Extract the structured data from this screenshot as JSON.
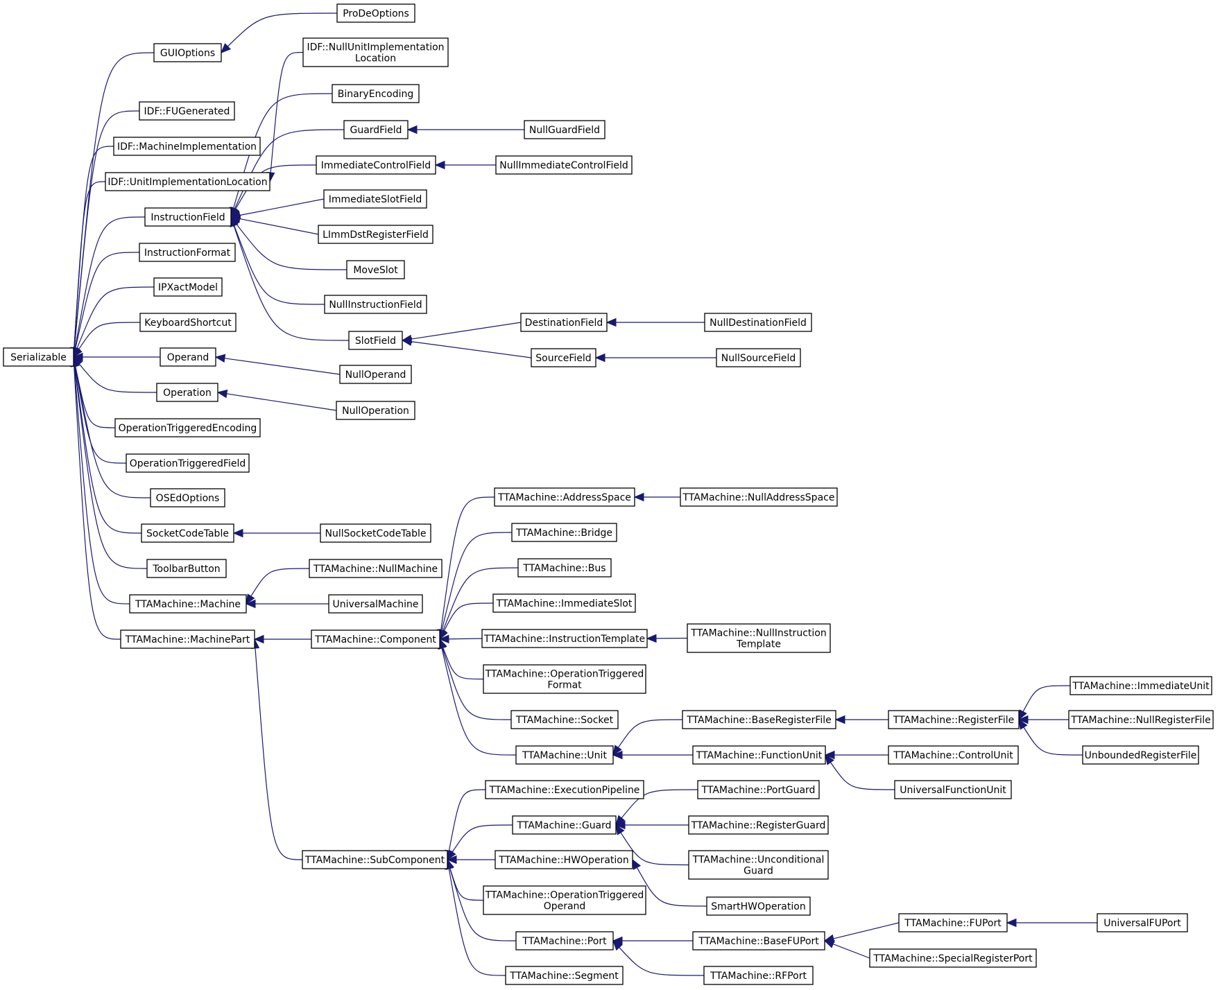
{
  "diagram": {
    "type": "class-inheritance-graph",
    "colors": {
      "edge": "#191970",
      "node_border": "#000000",
      "node_fill": "#ffffff",
      "text": "#000000"
    },
    "nodes": {
      "serializable": "Serializable",
      "guioptions": "GUIOptions",
      "prodeoptions": "ProDeOptions",
      "fugenerated": "IDF::FUGenerated",
      "machineimpl": "IDF::MachineImplementation",
      "unitimplloc": "IDF::UnitImplementationLocation",
      "nullunitimpl": [
        "IDF::NullUnitImplementation",
        "Location"
      ],
      "instructionfield": "InstructionField",
      "binaryencoding": "BinaryEncoding",
      "guardfield": "GuardField",
      "nullguardfield": "NullGuardField",
      "immcontrolfield": "ImmediateControlField",
      "nullimmcontrolfield": "NullImmediateControlField",
      "immslotfield": "ImmediateSlotField",
      "limmdst": "LImmDstRegisterField",
      "moveslot": "MoveSlot",
      "nullinstrfield": "NullInstructionField",
      "slotfield": "SlotField",
      "destfield": "DestinationField",
      "nulldestfield": "NullDestinationField",
      "sourcefield": "SourceField",
      "nullsourcefield": "NullSourceField",
      "instructionformat": "InstructionFormat",
      "ipxact": "IPXactModel",
      "keyboard": "KeyboardShortcut",
      "operand": "Operand",
      "nulloperand": "NullOperand",
      "operation": "Operation",
      "nulloperation": "NullOperation",
      "optrigenc": "OperationTriggeredEncoding",
      "optrigfield": "OperationTriggeredField",
      "osedoptions": "OSEdOptions",
      "socketcodetable": "SocketCodeTable",
      "nullsocketcodetable": "NullSocketCodeTable",
      "toolbarbutton": "ToolbarButton",
      "machine": "TTAMachine::Machine",
      "nullmachine": "TTAMachine::NullMachine",
      "universalmachine": "UniversalMachine",
      "machinepart": "TTAMachine::MachinePart",
      "component": "TTAMachine::Component",
      "addressspace": "TTAMachine::AddressSpace",
      "nulladdressspace": "TTAMachine::NullAddressSpace",
      "bridge": "TTAMachine::Bridge",
      "bus": "TTAMachine::Bus",
      "immediateslot": "TTAMachine::ImmediateSlot",
      "instrtemplate": "TTAMachine::InstructionTemplate",
      "nullinstrtemplate": [
        "TTAMachine::NullInstruction",
        "Template"
      ],
      "optrigformat": [
        "TTAMachine::OperationTriggered",
        "Format"
      ],
      "socket": "TTAMachine::Socket",
      "unit": "TTAMachine::Unit",
      "baseregfile": "TTAMachine::BaseRegisterFile",
      "regfile": "TTAMachine::RegisterFile",
      "immunit": "TTAMachine::ImmediateUnit",
      "nullregfile": "TTAMachine::NullRegisterFile",
      "unboundedrf": "UnboundedRegisterFile",
      "functionunit": "TTAMachine::FunctionUnit",
      "controlunit": "TTAMachine::ControlUnit",
      "universalfu": "UniversalFunctionUnit",
      "subcomponent": "TTAMachine::SubComponent",
      "execpipeline": "TTAMachine::ExecutionPipeline",
      "guard": "TTAMachine::Guard",
      "portguard": "TTAMachine::PortGuard",
      "registerguard": "TTAMachine::RegisterGuard",
      "uncondguard": [
        "TTAMachine::Unconditional",
        "Guard"
      ],
      "hwoperation": "TTAMachine::HWOperation",
      "smarthwop": "SmartHWOperation",
      "optrigoperand": [
        "TTAMachine::OperationTriggered",
        "Operand"
      ],
      "port": "TTAMachine::Port",
      "basefuport": "TTAMachine::BaseFUPort",
      "fuport": "TTAMachine::FUPort",
      "universalfuport": "UniversalFUPort",
      "specialregport": "TTAMachine::SpecialRegisterPort",
      "rfport": "TTAMachine::RFPort",
      "segment": "TTAMachine::Segment"
    },
    "edges": [
      [
        "serializable",
        "guioptions"
      ],
      [
        "guioptions",
        "prodeoptions"
      ],
      [
        "serializable",
        "fugenerated"
      ],
      [
        "serializable",
        "machineimpl"
      ],
      [
        "serializable",
        "unitimplloc"
      ],
      [
        "unitimplloc",
        "nullunitimpl"
      ],
      [
        "serializable",
        "instructionfield"
      ],
      [
        "instructionfield",
        "binaryencoding"
      ],
      [
        "instructionfield",
        "guardfield"
      ],
      [
        "guardfield",
        "nullguardfield"
      ],
      [
        "instructionfield",
        "immcontrolfield"
      ],
      [
        "immcontrolfield",
        "nullimmcontrolfield"
      ],
      [
        "instructionfield",
        "immslotfield"
      ],
      [
        "instructionfield",
        "limmdst"
      ],
      [
        "instructionfield",
        "moveslot"
      ],
      [
        "instructionfield",
        "nullinstrfield"
      ],
      [
        "instructionfield",
        "slotfield"
      ],
      [
        "slotfield",
        "destfield"
      ],
      [
        "destfield",
        "nulldestfield"
      ],
      [
        "slotfield",
        "sourcefield"
      ],
      [
        "sourcefield",
        "nullsourcefield"
      ],
      [
        "serializable",
        "instructionformat"
      ],
      [
        "serializable",
        "ipxact"
      ],
      [
        "serializable",
        "keyboard"
      ],
      [
        "serializable",
        "operand"
      ],
      [
        "operand",
        "nulloperand"
      ],
      [
        "serializable",
        "operation"
      ],
      [
        "operation",
        "nulloperation"
      ],
      [
        "serializable",
        "optrigenc"
      ],
      [
        "serializable",
        "optrigfield"
      ],
      [
        "serializable",
        "osedoptions"
      ],
      [
        "serializable",
        "socketcodetable"
      ],
      [
        "socketcodetable",
        "nullsocketcodetable"
      ],
      [
        "serializable",
        "toolbarbutton"
      ],
      [
        "serializable",
        "machine"
      ],
      [
        "machine",
        "nullmachine"
      ],
      [
        "machine",
        "universalmachine"
      ],
      [
        "serializable",
        "machinepart"
      ],
      [
        "machinepart",
        "component"
      ],
      [
        "machinepart",
        "subcomponent"
      ],
      [
        "component",
        "addressspace"
      ],
      [
        "addressspace",
        "nulladdressspace"
      ],
      [
        "component",
        "bridge"
      ],
      [
        "component",
        "bus"
      ],
      [
        "component",
        "immediateslot"
      ],
      [
        "component",
        "instrtemplate"
      ],
      [
        "instrtemplate",
        "nullinstrtemplate"
      ],
      [
        "component",
        "optrigformat"
      ],
      [
        "component",
        "socket"
      ],
      [
        "component",
        "unit"
      ],
      [
        "unit",
        "baseregfile"
      ],
      [
        "baseregfile",
        "regfile"
      ],
      [
        "regfile",
        "immunit"
      ],
      [
        "regfile",
        "nullregfile"
      ],
      [
        "regfile",
        "unboundedrf"
      ],
      [
        "unit",
        "functionunit"
      ],
      [
        "functionunit",
        "controlunit"
      ],
      [
        "functionunit",
        "universalfu"
      ],
      [
        "subcomponent",
        "execpipeline"
      ],
      [
        "subcomponent",
        "guard"
      ],
      [
        "guard",
        "portguard"
      ],
      [
        "guard",
        "registerguard"
      ],
      [
        "guard",
        "uncondguard"
      ],
      [
        "subcomponent",
        "hwoperation"
      ],
      [
        "hwoperation",
        "smarthwop"
      ],
      [
        "subcomponent",
        "optrigoperand"
      ],
      [
        "subcomponent",
        "port"
      ],
      [
        "port",
        "basefuport"
      ],
      [
        "basefuport",
        "fuport"
      ],
      [
        "fuport",
        "universalfuport"
      ],
      [
        "basefuport",
        "specialregport"
      ],
      [
        "port",
        "rfport"
      ],
      [
        "subcomponent",
        "segment"
      ]
    ]
  }
}
